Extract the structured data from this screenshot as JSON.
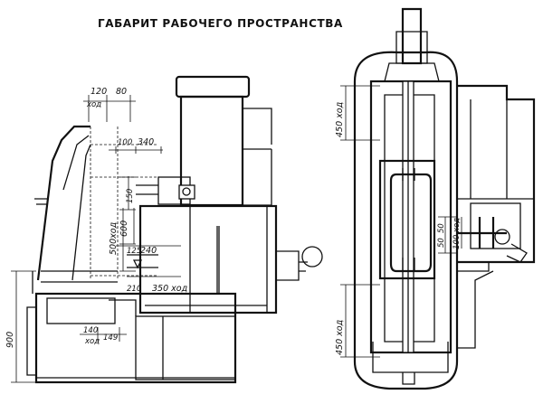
{
  "title": "ГАБАРИТ РАБОЧЕГО ПРОСТРАНСТВА",
  "left_view": {
    "dims": {
      "d120": "120",
      "d80": "80",
      "hod_top": "ход",
      "d100": "100",
      "d340": "340",
      "d150": "150",
      "d600": "600",
      "d500hod": "500ход",
      "d125": "125",
      "d240": "240",
      "d210": "210",
      "d350hod": "350 ход",
      "d900": "900",
      "d140": "140",
      "hod_bottom": "ход",
      "d149": "149"
    }
  },
  "right_view": {
    "dims": {
      "d450hod_top": "450 ход",
      "d450hod_bottom": "450 ход",
      "d50a": "50",
      "d50b": "50",
      "d100hod": "100 ход"
    }
  }
}
